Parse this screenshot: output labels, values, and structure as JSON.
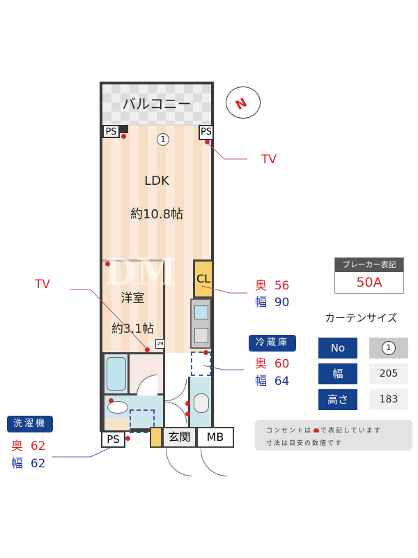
{
  "plan": {
    "balcony": "バルコニー",
    "ldk": {
      "name": "LDK",
      "size": "約10.8帖"
    },
    "western": {
      "name": "洋室",
      "size": "約3.1帖"
    },
    "closet": "CL",
    "entrance": "玄関",
    "mb": "MB",
    "ps": "PS",
    "curtain_marker": "1",
    "small_tag": "29"
  },
  "tv_top": "TV",
  "tv_left": "TV",
  "closet_size": {
    "depth_label": "奥",
    "depth": "56",
    "width_label": "幅",
    "width": "90"
  },
  "fridge": {
    "title": "冷蔵庫",
    "depth_label": "奥",
    "depth": "60",
    "width_label": "幅",
    "width": "64"
  },
  "washer": {
    "title": "洗濯機",
    "depth_label": "奥",
    "depth": "62",
    "width_label": "幅",
    "width": "62"
  },
  "breaker": {
    "title": "ブレーカー表記",
    "value": "50A"
  },
  "curtain": {
    "title": "カーテンサイズ",
    "rows": [
      {
        "label": "No",
        "value": "1"
      },
      {
        "label": "幅",
        "value": "205"
      },
      {
        "label": "高さ",
        "value": "183"
      }
    ]
  },
  "note": {
    "line1_a": "コンセントは",
    "line1_b": "で表記しています",
    "line2": "寸法は目安の数値です"
  },
  "colors": {
    "red": "#d9232a",
    "blue": "#1e2d9a",
    "navy": "#16418c",
    "floor": "#f5dcc0"
  }
}
